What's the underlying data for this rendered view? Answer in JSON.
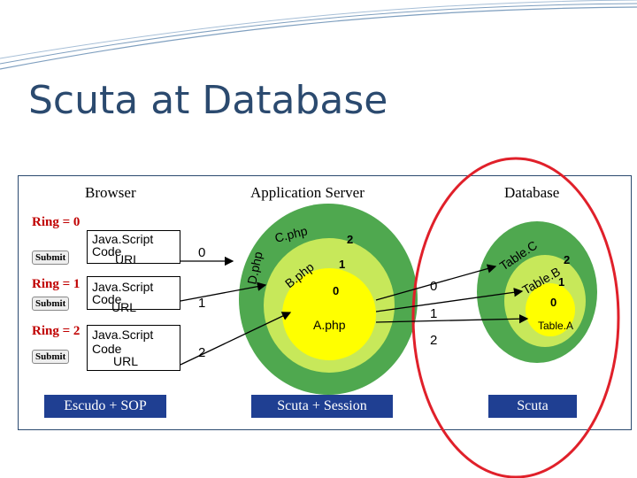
{
  "title": "Scuta at Database",
  "headers": {
    "browser": "Browser",
    "app_server": "Application Server",
    "database": "Database"
  },
  "rings": [
    {
      "label": "Ring = 0",
      "submit": "Submit",
      "code1": "Java.Script",
      "code2": "Code",
      "url": "URL",
      "channel": "0"
    },
    {
      "label": "Ring = 1",
      "submit": "Submit",
      "code1": "Java.Script",
      "code2": "Code",
      "url": "URL",
      "channel": "1"
    },
    {
      "label": "Ring = 2",
      "submit": "Submit",
      "code1": "Java.Script",
      "code2": "Code",
      "url": "URL",
      "channel": "2"
    }
  ],
  "app_server": {
    "d_php": "D.php",
    "c_php": "C.php",
    "b_php": "B.php",
    "a_php": "A.php",
    "c_level": "2",
    "b_level": "1",
    "a_level": "0"
  },
  "db_channels": [
    "0",
    "1",
    "2"
  ],
  "database": {
    "table_c": "Table.C",
    "table_b": "Table.B",
    "table_a": "Table.A",
    "c_level": "2",
    "b_level": "1",
    "a_level": "0"
  },
  "buttons": {
    "left": "Escudo + SOP",
    "middle": "Scuta + Session",
    "right": "Scuta"
  },
  "colors": {
    "title": "#2b4a6f",
    "ring_label": "#c00000",
    "outer_circle": "#4fa84f",
    "middle_circle": "#c7e85a",
    "inner_circle": "#ffff00",
    "highlight": "#e0202a",
    "button": "#1f3f92"
  }
}
